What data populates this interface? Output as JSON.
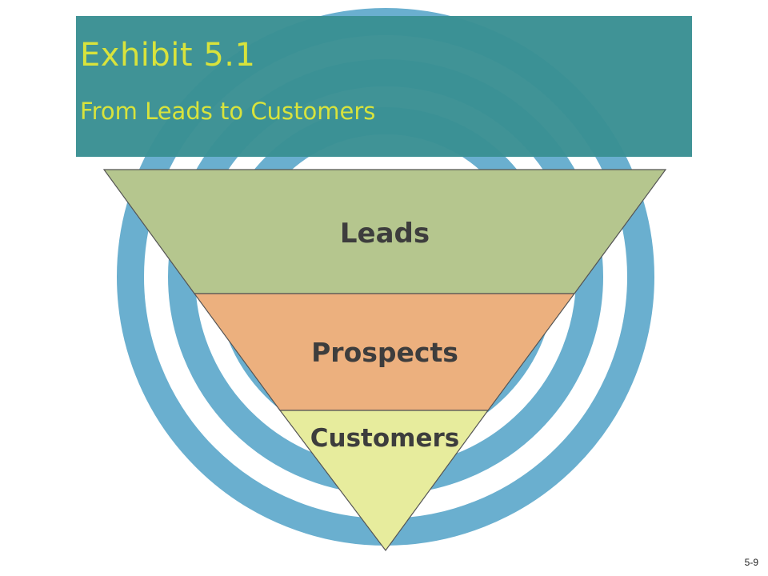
{
  "exhibit": {
    "title": "Exhibit  5.1",
    "subtitle": "From Leads to Customers"
  },
  "funnel": {
    "stages": [
      {
        "label": "Leads",
        "color": "#b5c68e"
      },
      {
        "label": "Prospects",
        "color": "#ecb07e"
      },
      {
        "label": "Customers",
        "color": "#e7ec9d"
      }
    ],
    "outline_color": "#555555"
  },
  "colors": {
    "title_bar": "#3a8f93",
    "title_text": "#d8e33c",
    "rings": "#6aafcf"
  },
  "slide_number": "5-9"
}
